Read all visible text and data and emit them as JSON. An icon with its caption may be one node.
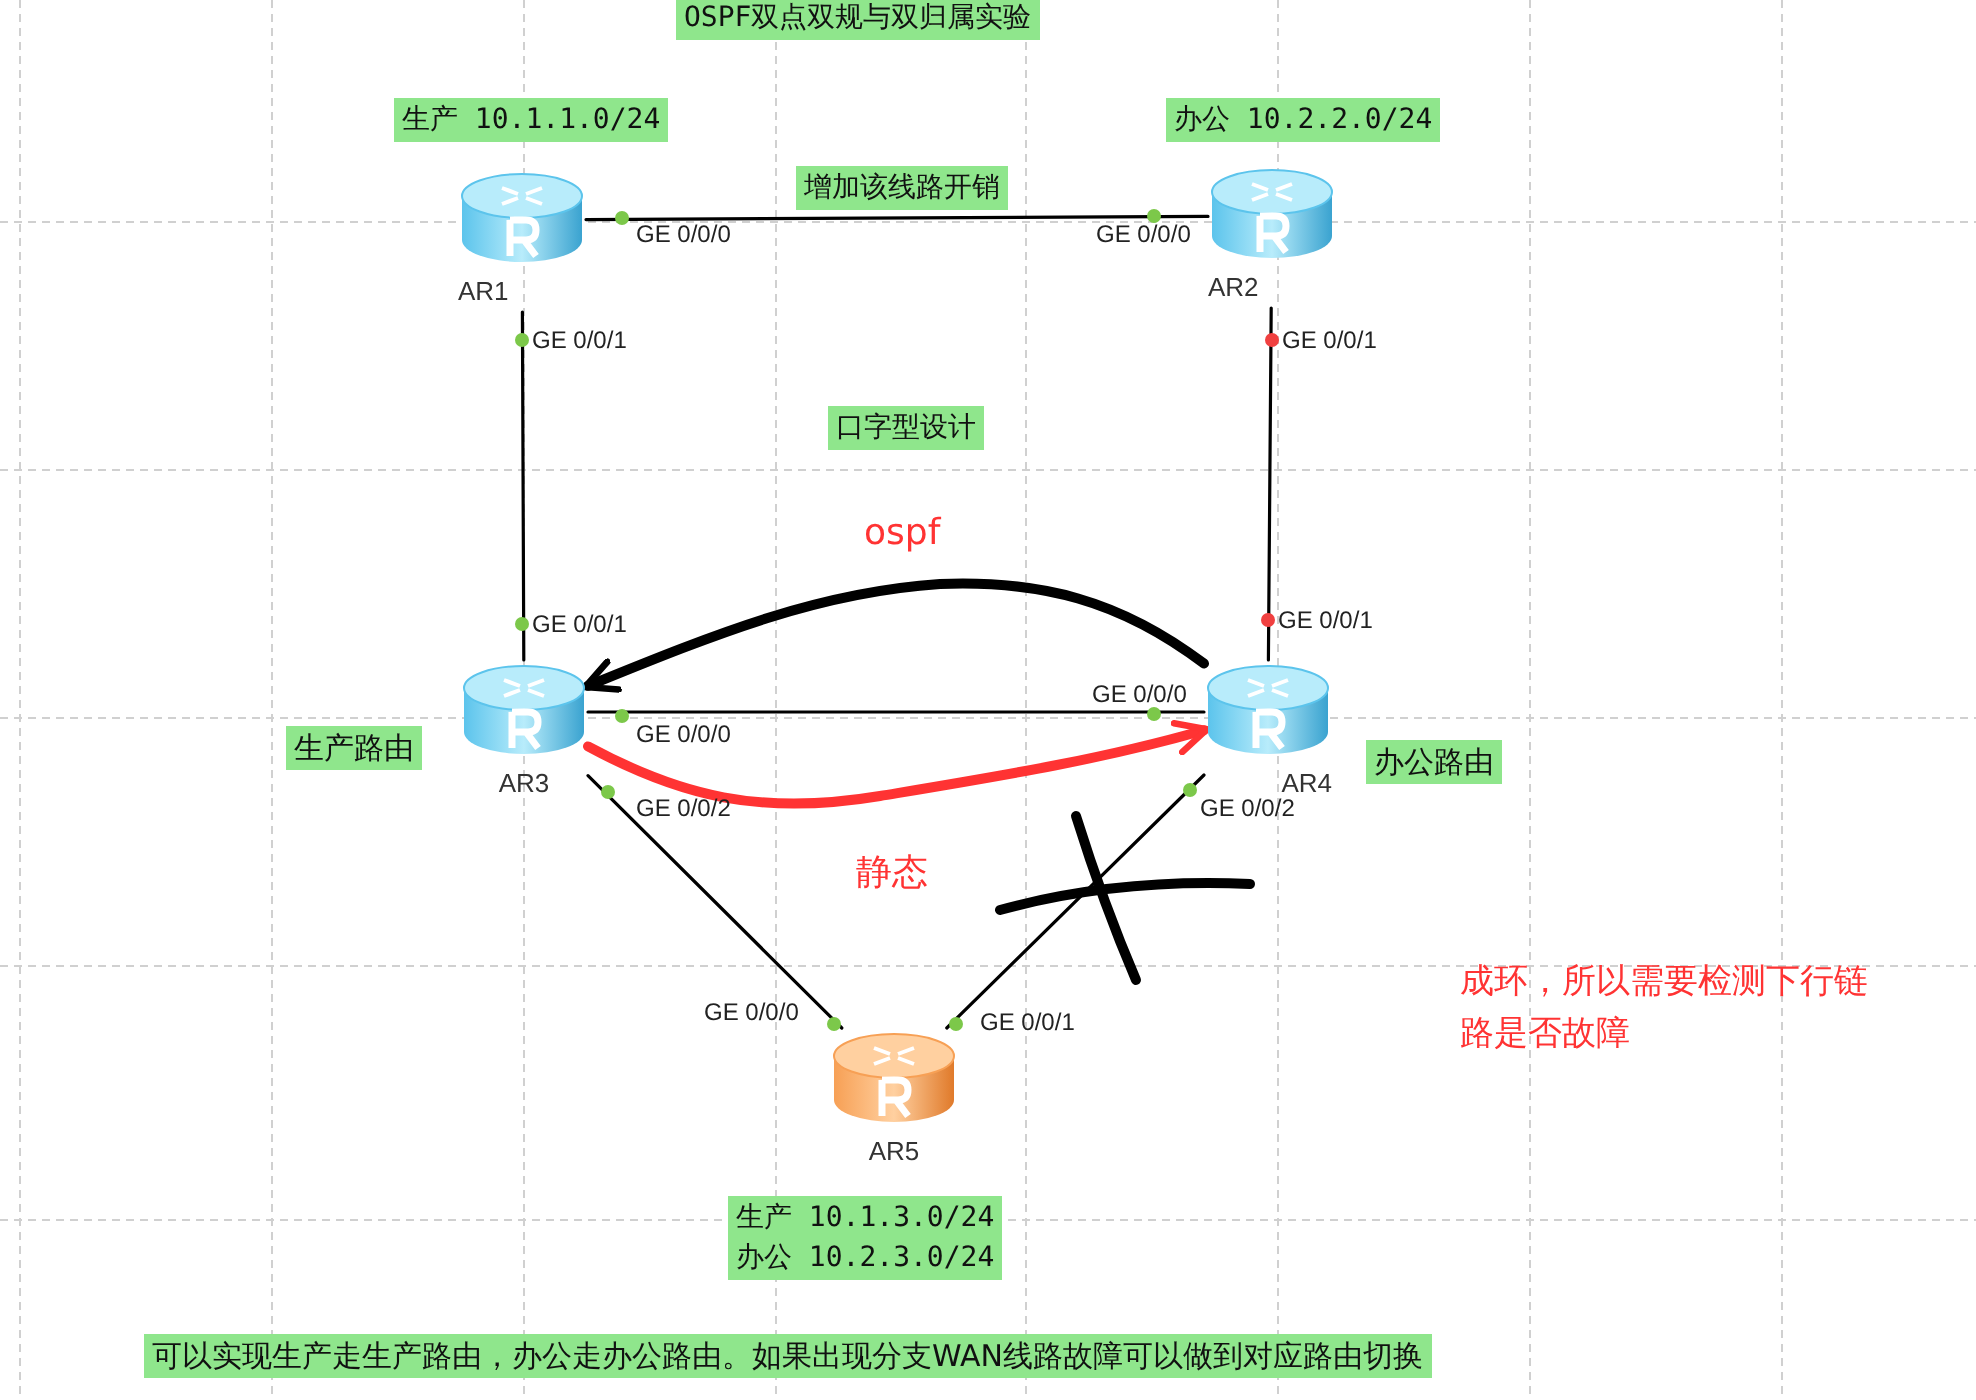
{
  "diagram": {
    "title": "OSPF双点双规与双归属实验",
    "caption": "可以实现生产走生产路由，办公走办公路由。如果出现分支WAN线路故障可以做到对应路由切换",
    "nodes": [
      {
        "text": [
          "生产 10.1.1.0/24"
        ]
      },
      {
        "text": [
          "办公 10.2.2.0/24"
        ]
      },
      {
        "text": [
          "AR1"
        ],
        "beside": [
          "GE 0/0/0",
          "GE 0/0/1"
        ]
      },
      {
        "text": [
          "增加该线路开销"
        ]
      },
      {
        "text": [
          "AR2"
        ],
        "beside": [
          "GE 0/0/0",
          "GE 0/0/1"
        ]
      },
      {
        "text": [
          "口字型设计"
        ]
      },
      {
        "text": [
          "AR3"
        ],
        "beside": [
          "GE 0/0/1",
          "GE 0/0/0",
          "GE 0/0/2"
        ]
      },
      {
        "text": [
          "生产路由"
        ]
      },
      {
        "text": [
          "AR4"
        ],
        "beside": [
          "GE 0/0/1",
          "GE 0/0/0",
          "GE 0/0/2"
        ]
      },
      {
        "text": [
          "办公路由"
        ]
      },
      {
        "text": [
          "AR5"
        ],
        "beside": [
          "GE 0/0/0",
          "GE 0/0/1"
        ]
      },
      {
        "text": [
          "生产 10.1.3.0/24",
          "办公 10.2.3.0/24"
        ]
      }
    ],
    "edges": [
      {
        "from": 2,
        "to": 4,
        "arrow": "none"
      },
      {
        "from": 2,
        "to": 6,
        "arrow": "none"
      },
      {
        "from": 4,
        "to": 8,
        "arrow": "none"
      },
      {
        "from": 6,
        "to": 8,
        "arrow": "none"
      },
      {
        "from": 6,
        "to": 10,
        "arrow": "none"
      },
      {
        "from": 8,
        "to": 10,
        "arrow": "none"
      },
      {
        "from": 8,
        "to": 6,
        "arrow": "to",
        "style": "thick",
        "label": "ospf"
      },
      {
        "from": 6,
        "to": 8,
        "arrow": "to",
        "style": "thick",
        "color": "#ff3333",
        "label": "静态"
      }
    ],
    "labels": [
      "成环，所以需要检测下行链路是否故障"
    ]
  }
}
